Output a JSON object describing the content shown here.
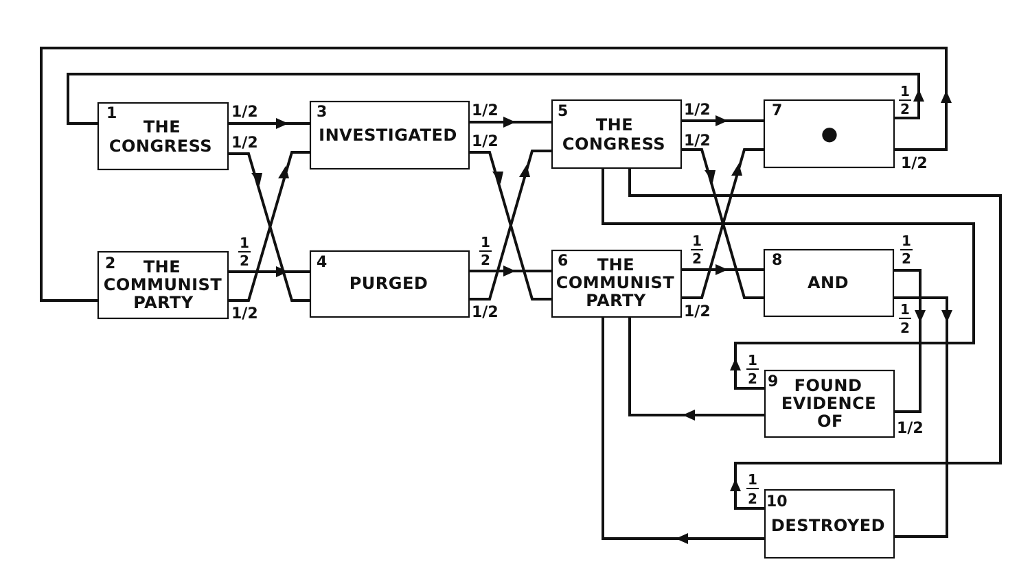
{
  "states": [
    {
      "number": "1",
      "lines": [
        "THE",
        "CONGRESS"
      ]
    },
    {
      "number": "2",
      "lines": [
        "THE",
        "COMMUNIST",
        "PARTY"
      ]
    },
    {
      "number": "3",
      "lines": [
        "INVESTIGATED"
      ]
    },
    {
      "number": "4",
      "lines": [
        "PURGED"
      ]
    },
    {
      "number": "5",
      "lines": [
        "THE",
        "CONGRESS"
      ]
    },
    {
      "number": "6",
      "lines": [
        "THE",
        "COMMUNIST",
        "PARTY"
      ]
    },
    {
      "number": "7",
      "lines": [
        "●"
      ]
    },
    {
      "number": "8",
      "lines": [
        "AND"
      ]
    },
    {
      "number": "9",
      "lines": [
        "FOUND",
        "EVIDENCE",
        "OF"
      ]
    },
    {
      "number": "10",
      "lines": [
        "DESTROYED"
      ]
    }
  ],
  "probabilities": {
    "slash_half": "1/2",
    "frac_num": "1",
    "frac_den": "2"
  },
  "colors": {
    "ink": "#111111",
    "paper": "#ffffff"
  }
}
